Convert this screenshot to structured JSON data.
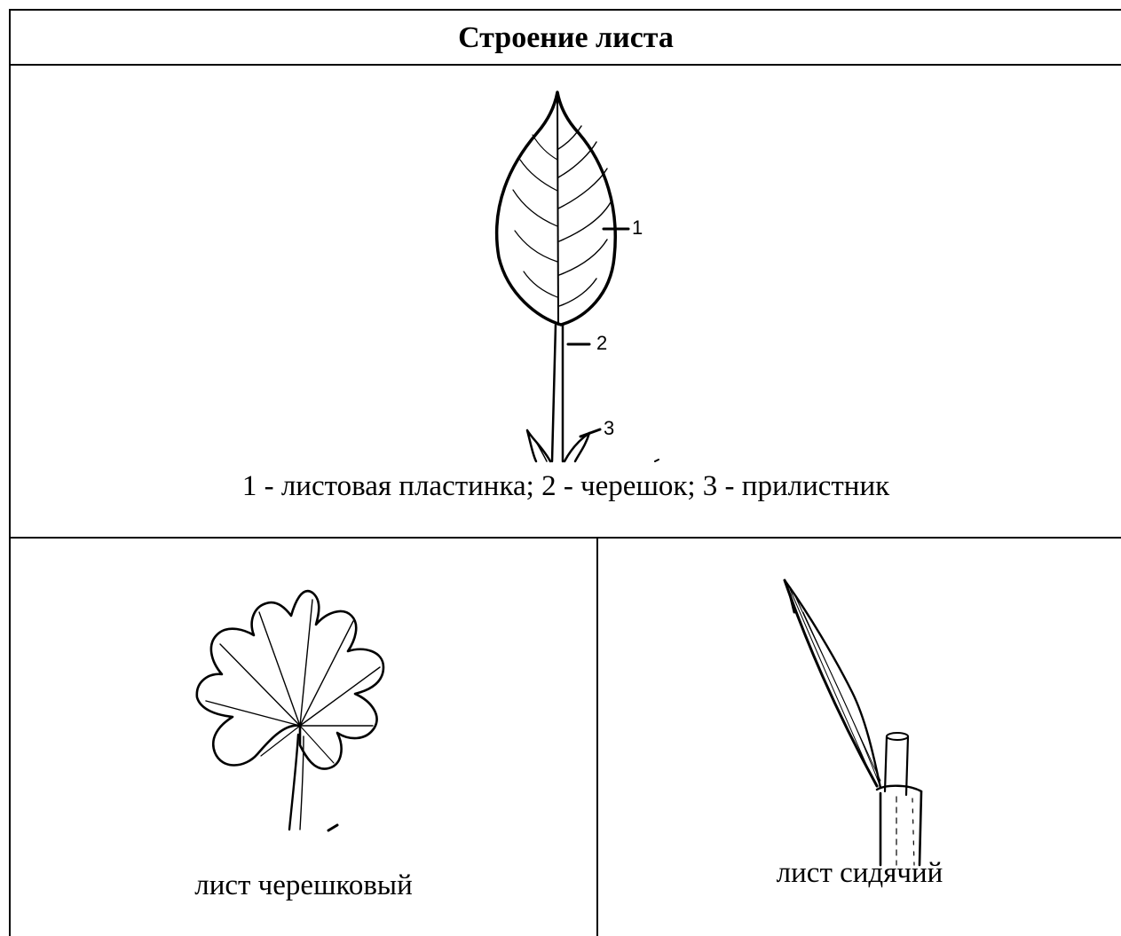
{
  "title": "Строение листа",
  "structure_figure": {
    "labels": [
      "1",
      "2",
      "3"
    ],
    "caption": "1 - листовая пластинка; 2 - черешок; 3 - прилистник"
  },
  "petiolate_leaf": {
    "caption": "лист черешковый"
  },
  "sessile_leaf": {
    "caption": "лист сидячий"
  }
}
